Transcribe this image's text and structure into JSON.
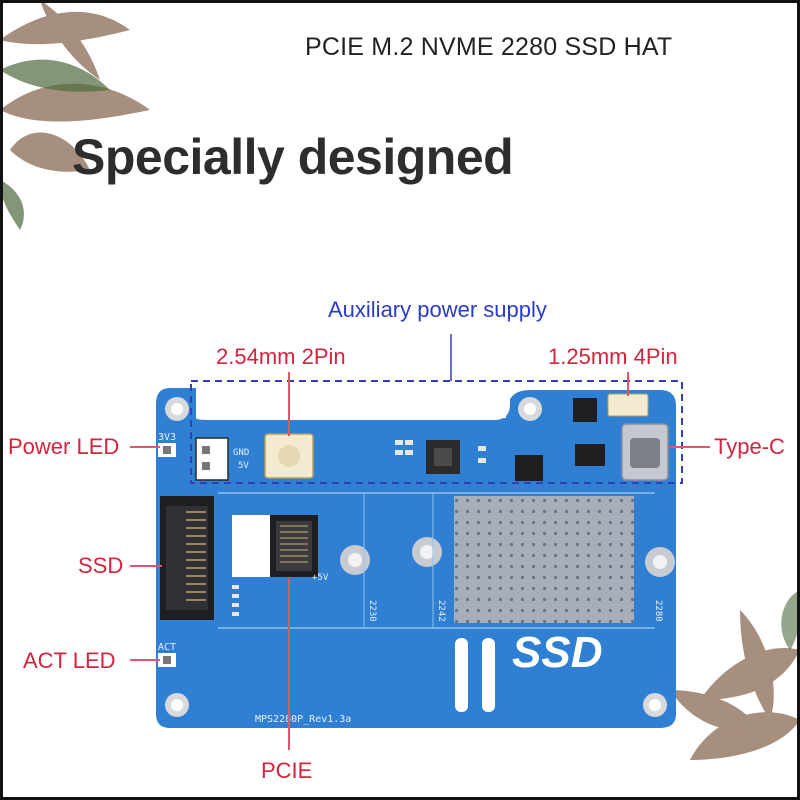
{
  "product_title": "PCIE M.2 NVME 2280 SSD HAT",
  "headline": "Specially designed",
  "labels": {
    "aux_power": "Auxiliary power supply",
    "pin_254": "2.54mm 2Pin",
    "pin_125": "1.25mm 4Pin",
    "power_led": "Power LED",
    "type_c": "Type-C",
    "ssd": "SSD",
    "act_led": "ACT LED",
    "pcie": "PCIE"
  },
  "board": {
    "ssd_mark": "SSD",
    "model": "MPS2280P_Rev1.3a",
    "silk_3v3": "3V3",
    "silk_gnd": "GND",
    "silk_5v": "5V",
    "silk_plus5v": "+5V",
    "silk_act": "ACT",
    "size_2230": "2230",
    "size_2242": "2242",
    "size_2280": "2280"
  },
  "colors": {
    "board": "#2f7fd3",
    "label_red": "#d4243c",
    "label_blue": "#2a3cc9",
    "callout_line": "#e0556a"
  }
}
